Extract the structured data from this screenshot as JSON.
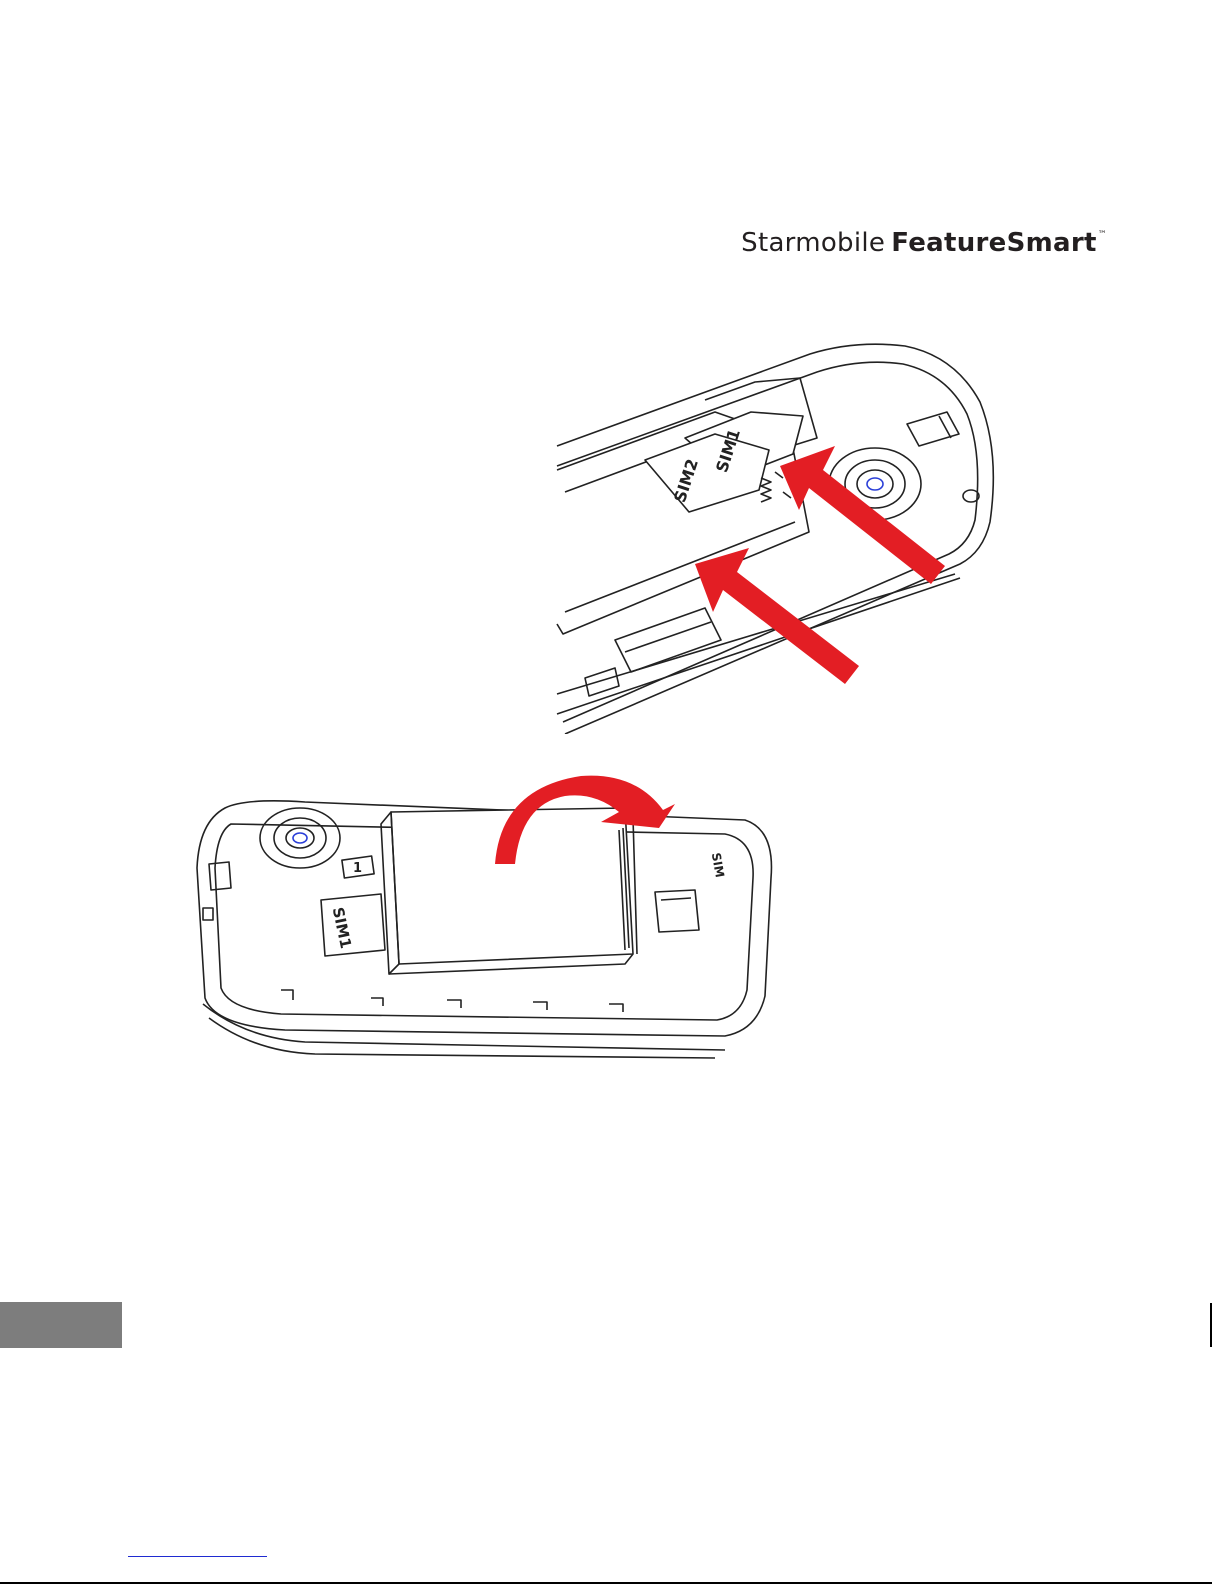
{
  "header": {
    "brand_primary": "Starmobile",
    "brand_secondary": "FeatureSmart",
    "trademark": "™"
  },
  "illustration_top": {
    "label_sim1": "SIM1",
    "label_sim2": "SIM2",
    "arrow_color": "#e31e24"
  },
  "illustration_bottom": {
    "label_sim1": "SIM1",
    "label_slot1": "1",
    "label_sim_alt": "SIM",
    "arrow_color": "#e31e24"
  },
  "colors": {
    "sidetab": "#7d7d7d",
    "accent_arrow": "#e31e24",
    "camera_ring": "#2b3fd8"
  }
}
